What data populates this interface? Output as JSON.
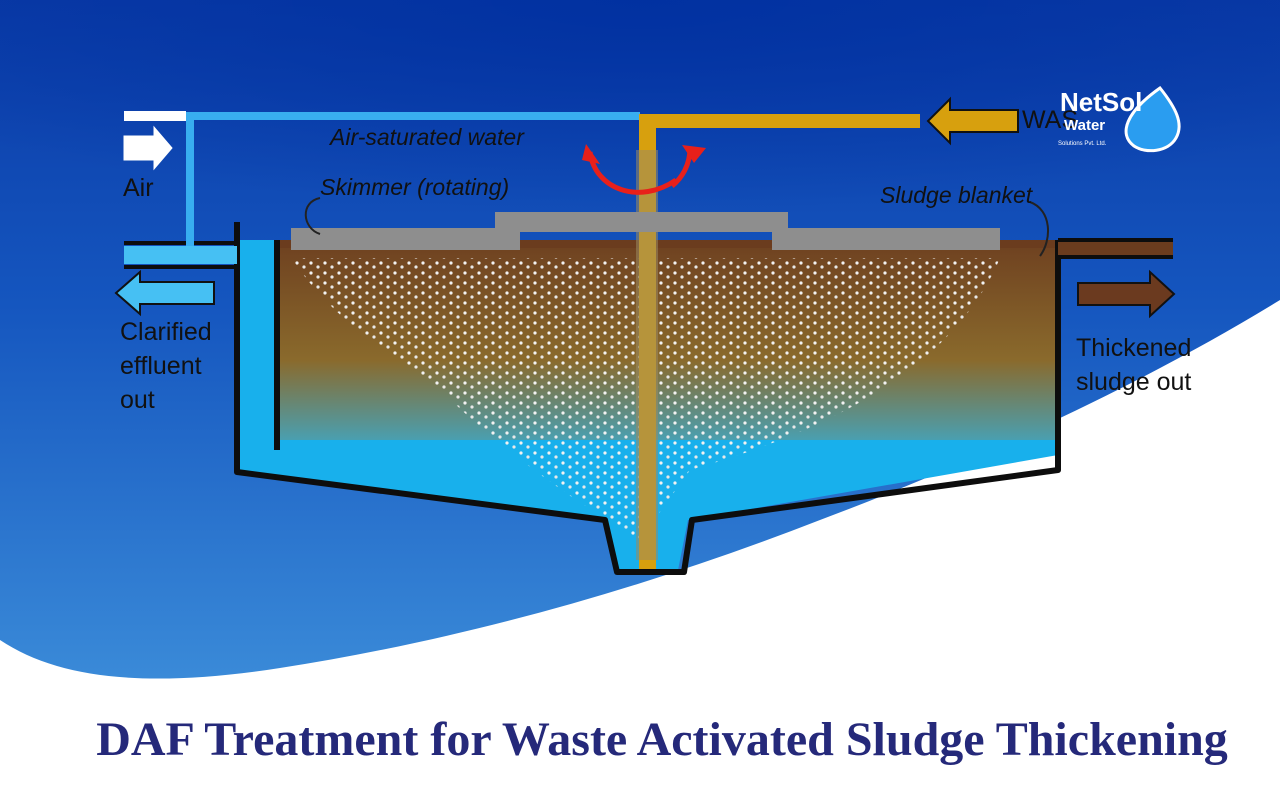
{
  "diagram": {
    "title": "DAF Treatment for Waste Activated Sludge Thickening",
    "labels": {
      "air": "Air",
      "air_saturated_water": "Air-saturated water",
      "skimmer": "Skimmer (rotating)",
      "sludge_blanket": "Sludge blanket",
      "was": "WAS",
      "clarified": [
        "Clarified",
        "effluent",
        "out"
      ],
      "thickened": [
        "Thickened",
        "sludge out"
      ]
    },
    "logo": {
      "line1": "NetSol",
      "line2": "Water",
      "tagline": "Solutions Pvt. Ltd."
    }
  },
  "colors": {
    "background_deep": "#0a3fa8",
    "background_light": "#2f7fd4",
    "water": "#1ab0ec",
    "sludge": "#7a4e24",
    "pipe_was": "#d7a00e",
    "skimmer": "#8c8c8c",
    "thickened_arrow": "#6b3a1f",
    "rotation_arrow": "#e8201a",
    "title": "#25297a"
  }
}
